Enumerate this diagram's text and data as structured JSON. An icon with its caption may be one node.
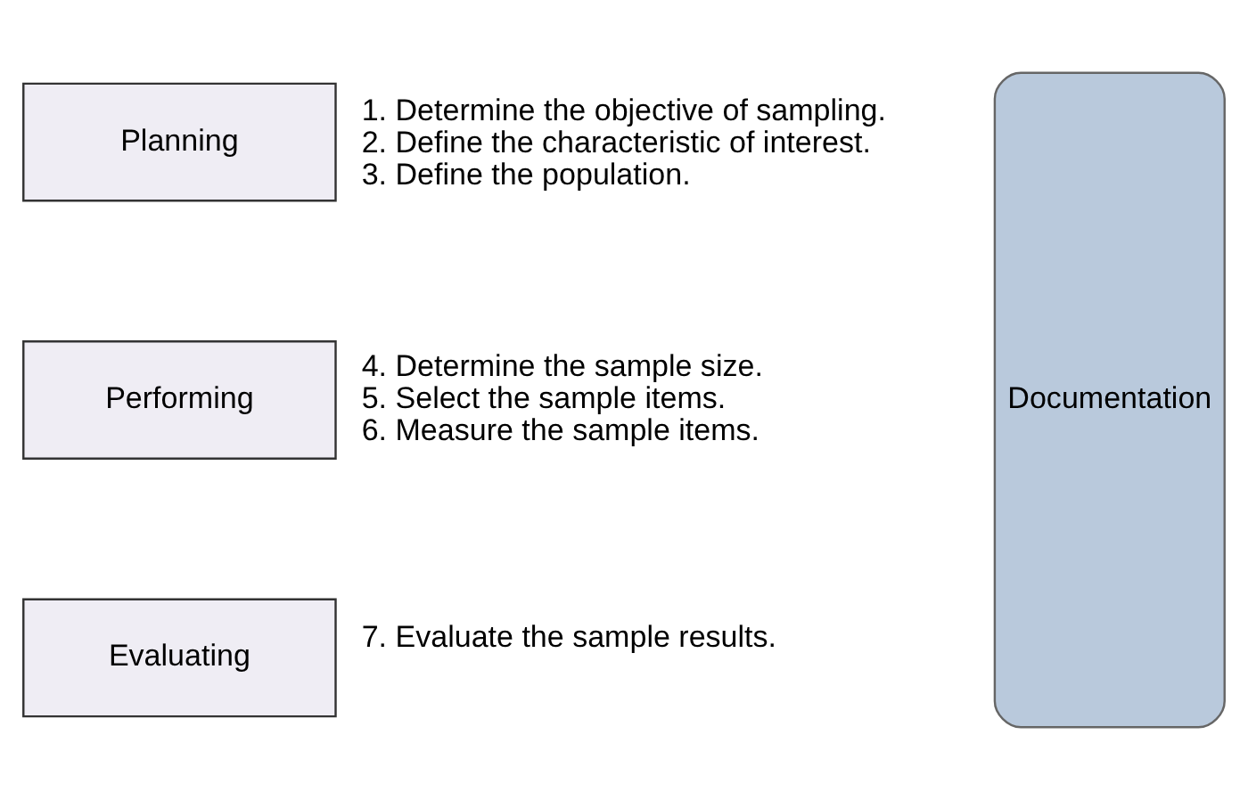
{
  "diagram": {
    "nodes": [
      {
        "text": [
          "Planning"
        ],
        "beside": [
          "1. Determine the objective of sampling.",
          "2. Define the characteristic of interest.",
          "3. Define the population."
        ]
      },
      {
        "text": [
          "Performing"
        ],
        "beside": [
          "4. Determine the sample size.",
          "5. Select the sample items.",
          "6. Measure the sample items."
        ]
      },
      {
        "text": [
          "Evaluating"
        ],
        "beside": [
          "7. Evaluate the sample results."
        ]
      },
      {
        "text": [
          "Documentation"
        ]
      }
    ],
    "edges": []
  }
}
